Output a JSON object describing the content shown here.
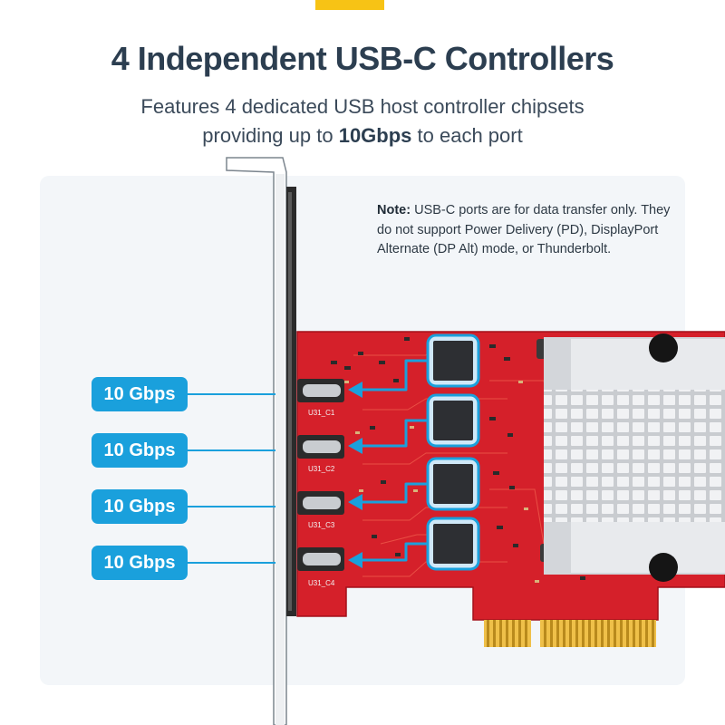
{
  "header": {
    "title": "4 Independent USB-C Controllers",
    "subtitle_line1": "Features 4 dedicated USB host controller chipsets",
    "subtitle_line2_prefix": "providing up to ",
    "subtitle_line2_bold": "10Gbps",
    "subtitle_line2_suffix": " to each port"
  },
  "note": {
    "label": "Note:",
    "text": " USB-C ports are for data transfer only. They do not support Power Delivery (PD), DisplayPort Alternate (DP Alt) mode, or Thunderbolt."
  },
  "badges": [
    "10 Gbps",
    "10 Gbps",
    "10 Gbps",
    "10 Gbps"
  ],
  "port_labels": [
    "U31_C1",
    "U31_C2",
    "U31_C3",
    "U31_C4"
  ],
  "colors": {
    "accent": "#f7c315",
    "badge": "#1aa0dc",
    "pcb": "#d5202a",
    "title": "#2c3e50"
  },
  "icons": {
    "card": "pcie-usb-card-illustration",
    "arrow": "arrow-left-icon"
  }
}
